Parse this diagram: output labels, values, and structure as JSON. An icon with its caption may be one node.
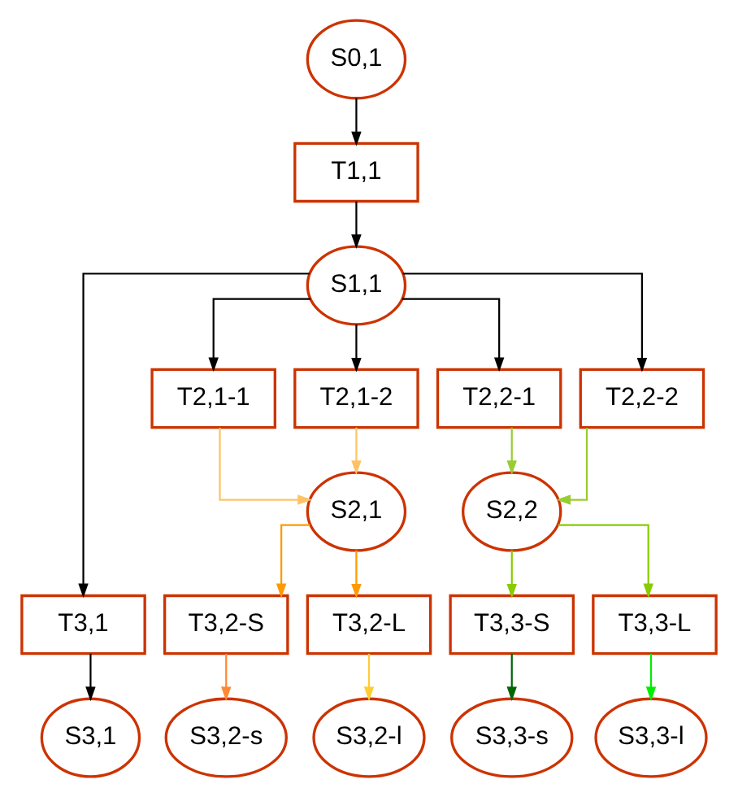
{
  "diagram": {
    "nodes": [
      {
        "text": [
          "S0,1"
        ]
      },
      {
        "text": [
          "T1,1"
        ]
      },
      {
        "text": [
          "S1,1"
        ]
      },
      {
        "text": [
          "T2,1-1"
        ]
      },
      {
        "text": [
          "T2,1-2"
        ]
      },
      {
        "text": [
          "T2,2-1"
        ]
      },
      {
        "text": [
          "T2,2-2"
        ]
      },
      {
        "text": [
          "S2,1"
        ]
      },
      {
        "text": [
          "S2,2"
        ]
      },
      {
        "text": [
          "T3,1"
        ]
      },
      {
        "text": [
          "T3,2-S"
        ]
      },
      {
        "text": [
          "T3,2-L"
        ]
      },
      {
        "text": [
          "T3,3-S"
        ]
      },
      {
        "text": [
          "T3,3-L"
        ]
      },
      {
        "text": [
          "S3,1"
        ]
      },
      {
        "text": [
          "S3,2-s"
        ]
      },
      {
        "text": [
          "S3,2-l"
        ]
      },
      {
        "text": [
          "S3,3-s"
        ]
      },
      {
        "text": [
          "S3,3-l"
        ]
      }
    ],
    "edges": [
      {
        "from": 0,
        "to": 1,
        "arrow": "to"
      },
      {
        "from": 1,
        "to": 2,
        "arrow": "to"
      },
      {
        "from": 2,
        "to": 9,
        "arrow": "to"
      },
      {
        "from": 2,
        "to": 3,
        "arrow": "to"
      },
      {
        "from": 2,
        "to": 4,
        "arrow": "to"
      },
      {
        "from": 2,
        "to": 5,
        "arrow": "to"
      },
      {
        "from": 2,
        "to": 6,
        "arrow": "to"
      },
      {
        "from": 3,
        "to": 7,
        "arrow": "to",
        "color": "#ffc266"
      },
      {
        "from": 4,
        "to": 7,
        "arrow": "to",
        "color": "#ffc266"
      },
      {
        "from": 5,
        "to": 8,
        "arrow": "to",
        "color": "#99cc33"
      },
      {
        "from": 6,
        "to": 8,
        "arrow": "to",
        "color": "#99cc33"
      },
      {
        "from": 7,
        "to": 10,
        "arrow": "to",
        "color": "#ff9900"
      },
      {
        "from": 7,
        "to": 11,
        "arrow": "to",
        "color": "#ff9900"
      },
      {
        "from": 8,
        "to": 12,
        "arrow": "to",
        "color": "#88cc00"
      },
      {
        "from": 8,
        "to": 13,
        "arrow": "to",
        "color": "#88cc00"
      },
      {
        "from": 9,
        "to": 14,
        "arrow": "to"
      },
      {
        "from": 10,
        "to": 15,
        "arrow": "to",
        "color": "#ff8833"
      },
      {
        "from": 11,
        "to": 16,
        "arrow": "to",
        "color": "#ffcc33"
      },
      {
        "from": 12,
        "to": 17,
        "arrow": "to",
        "color": "#006600"
      },
      {
        "from": 13,
        "to": 18,
        "arrow": "to",
        "color": "#00ee00"
      }
    ]
  }
}
